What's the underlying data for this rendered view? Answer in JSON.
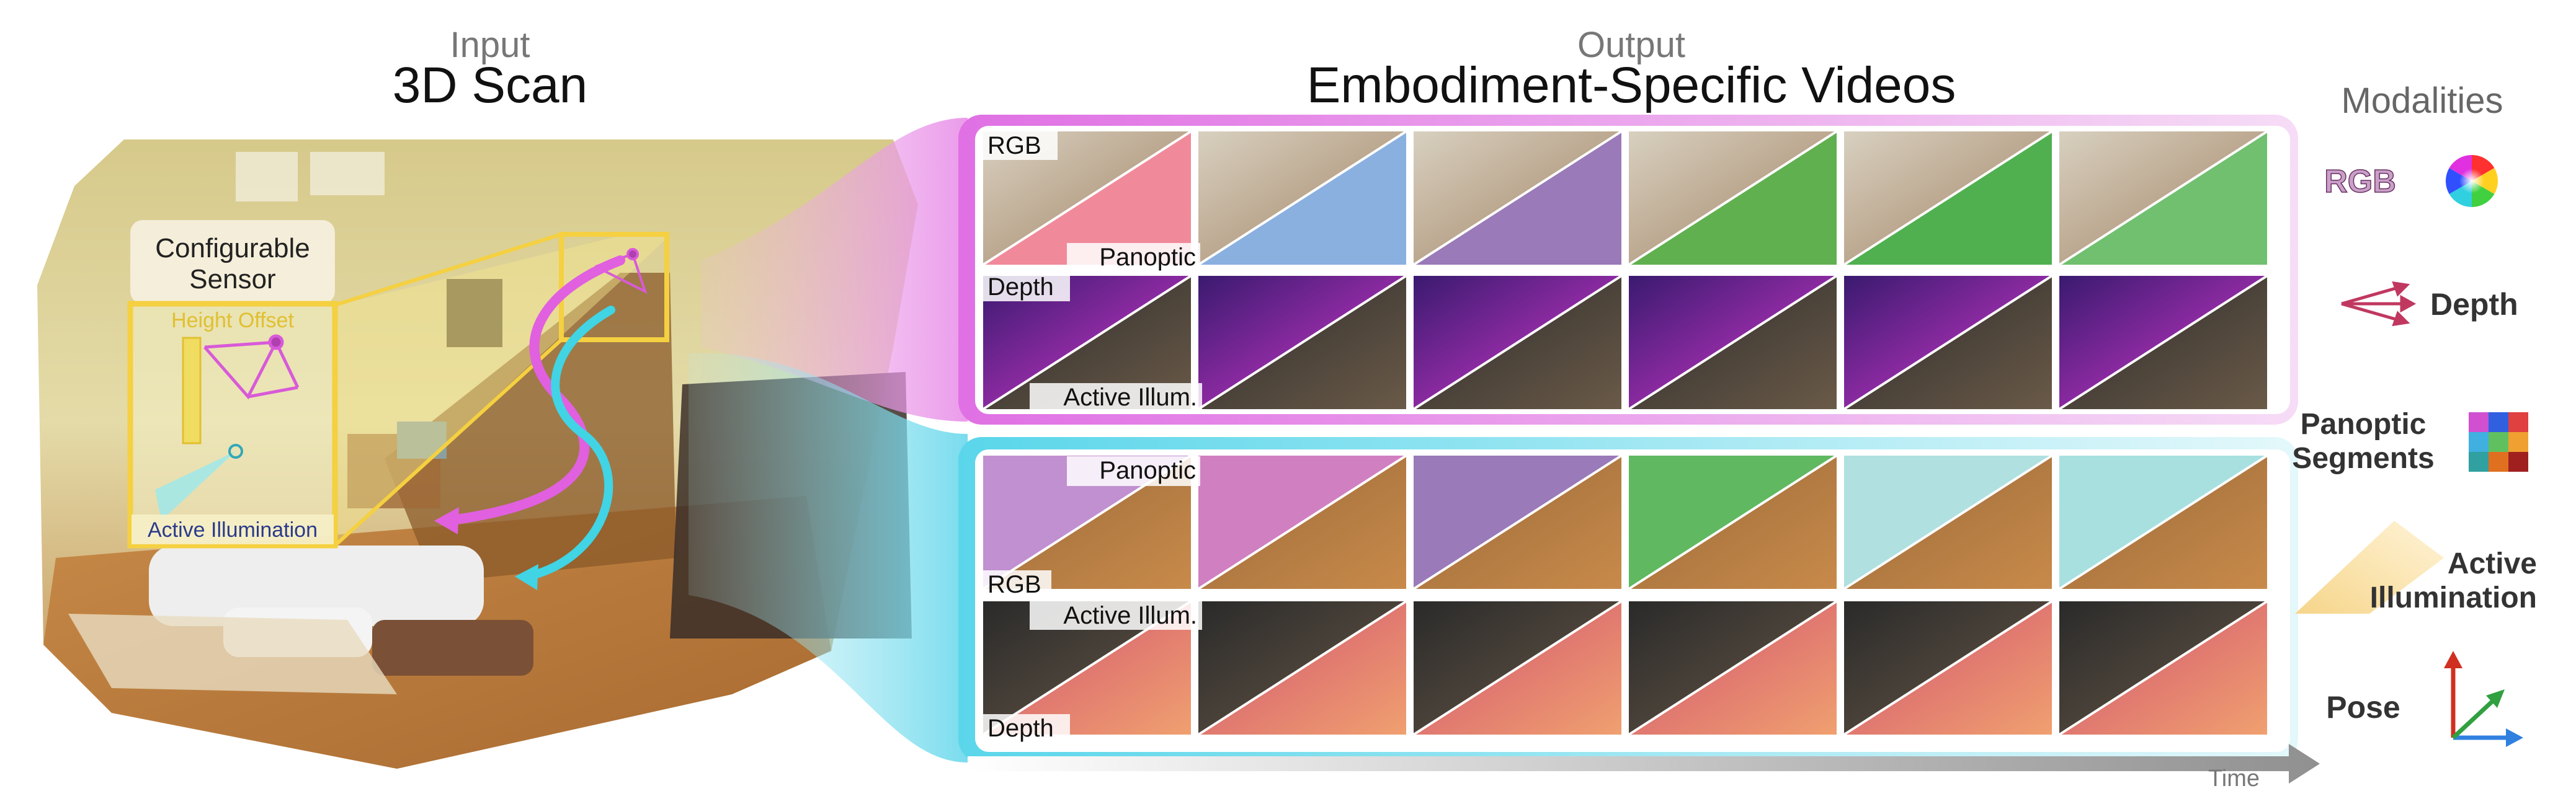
{
  "input": {
    "header": "Input",
    "title": "3D Scan",
    "sensor_title_line1": "Configurable",
    "sensor_title_line2": "Sensor",
    "height_offset_label": "Height Offset",
    "active_illumination_label": "Active Illumination"
  },
  "output": {
    "header": "Output",
    "title": "Embodiment-Specific Videos",
    "top_panel": {
      "label_rgb": "RGB",
      "label_panoptic": "Panoptic",
      "label_depth": "Depth",
      "label_active": "Active Illum."
    },
    "bottom_panel": {
      "label_panoptic": "Panoptic",
      "label_rgb": "RGB",
      "label_active": "Active Illum.",
      "label_depth": "Depth"
    },
    "time_label": "Time"
  },
  "modalities": {
    "title": "Modalities",
    "items": [
      {
        "label": "RGB",
        "icon": "color-wheel-icon"
      },
      {
        "label": "Depth",
        "icon": "depth-arrows-icon"
      },
      {
        "label_line1": "Panoptic",
        "label_line2": "Segments",
        "icon": "panoptic-grid-icon"
      },
      {
        "label_line1": "Active",
        "label_line2": "Illumination",
        "icon": "light-cone-icon"
      },
      {
        "label": "Pose",
        "icon": "pose-axes-icon"
      }
    ]
  },
  "colors": {
    "magenta_accent": "#e060e0",
    "cyan_accent": "#50d8e8",
    "sensor_box": "#f5d040"
  }
}
